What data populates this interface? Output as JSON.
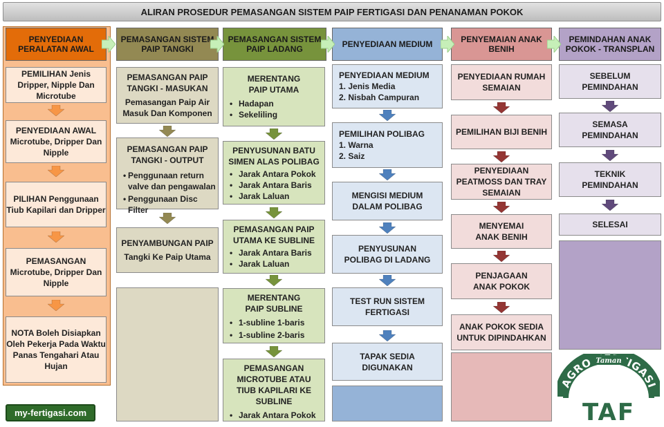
{
  "title": "ALIRAN PROSEDUR PEMASANGAN SISTEM PAIP FERTIGASI DAN PENANAMAN POKOK",
  "columns": [
    {
      "header": "PENYEDIAAN PERALATAN AWAL",
      "boxes": [
        {
          "head": "PEMILIHAN Jenis Dripper, Nipple Dan Microtube"
        },
        {
          "head": "PENYEDIAAN AWAL Microtube, Dripper Dan Nipple"
        },
        {
          "head": "PILIHAN Penggunaan Tiub Kapilari dan Dripper"
        },
        {
          "head": "PEMASANGAN Microtube, Dripper Dan Nipple"
        },
        {
          "head": "NOTA Boleh Disiapkan Oleh Pekerja Pada Waktu Panas Tengahari Atau Hujan"
        }
      ]
    },
    {
      "header": "PEMASANGAN SISTEM PAIP TANGKI",
      "boxes": [
        {
          "head": "PEMASANGAN PAIP TANGKI - MASUKAN",
          "sub": "Pemasangan Paip Air Masuk Dan Komponen"
        },
        {
          "head": "PEMASANGAN PAIP TANGKI - OUTPUT",
          "bullets": [
            "Penggunaan return valve dan pengawalan",
            "Penggunaan Disc Filter"
          ]
        },
        {
          "head": "PENYAMBUNGAN PAIP",
          "sub": "Tangki Ke Paip Utama"
        }
      ]
    },
    {
      "header": "PEMASANGAN SISTEM PAIP LADANG",
      "boxes": [
        {
          "head": "MERENTANG PAIP UTAMA",
          "bullets": [
            "Hadapan",
            "Sekeliling"
          ]
        },
        {
          "head": "PENYUSUNAN BATU SIMEN ALAS POLIBAG",
          "bullets": [
            "Jarak Antara Pokok",
            "Jarak Antara Baris",
            "Jarak Laluan"
          ]
        },
        {
          "head": "PEMASANGAN PAIP UTAMA KE SUBLINE",
          "bullets": [
            "Jarak Antara Baris",
            "Jarak Laluan"
          ]
        },
        {
          "head": "MERENTANG PAIP SUBLINE",
          "bullets": [
            "1-subline 1-baris",
            "1-subline 2-baris"
          ]
        },
        {
          "head": "PEMASANGAN MICROTUBE ATAU TIUB KAPILARI KE SUBLINE",
          "bullets": [
            "Jarak Antara Pokok"
          ]
        }
      ]
    },
    {
      "header": "PENYEDIAAN MEDIUM",
      "boxes": [
        {
          "head": "PENYEDIAAN MEDIUM",
          "list": [
            "1. Jenis Media",
            "2. Nisbah Campuran"
          ]
        },
        {
          "head": "PEMILIHAN POLIBAG",
          "list": [
            "1. Warna",
            "2. Saiz"
          ]
        },
        {
          "head": "MENGISI MEDIUM DALAM POLIBAG"
        },
        {
          "head": "PENYUSUNAN POLIBAG DI LADANG"
        },
        {
          "head": "TEST RUN SISTEM FERTIGASI"
        },
        {
          "head": "TAPAK SEDIA DIGUNAKAN"
        }
      ]
    },
    {
      "header": "PENYEMAIAN ANAK BENIH",
      "boxes": [
        {
          "head": "PENYEDIAAN RUMAH SEMAIAN"
        },
        {
          "head": "PEMILIHAN BIJI BENIH"
        },
        {
          "head": "PENYEDIAAN PEATMOSS DAN TRAY SEMAIAN"
        },
        {
          "head": "MENYEMAI ANAK BENIH"
        },
        {
          "head": "PENJAGAAN ANAK POKOK"
        },
        {
          "head": "ANAK POKOK SEDIA UNTUK DIPINDAHKAN"
        }
      ]
    },
    {
      "header": "PEMINDAHAN ANAK POKOK - TRANSPLAN",
      "boxes": [
        {
          "head": "SEBELUM PEMINDAHAN"
        },
        {
          "head": "SEMASA PEMINDAHAN"
        },
        {
          "head": "TEKNIK PEMINDAHAN"
        },
        {
          "head": "SELESAI"
        }
      ]
    }
  ],
  "brand": "my-fertigasi.com",
  "logo": {
    "small": "Taman",
    "arc": "AGRO-FERTIGASI",
    "initials": "TAF"
  },
  "colors": {
    "orange_header": "#e36c09",
    "orange_bg": "#f9be8f",
    "orange_box": "#fde9d9",
    "olive_header": "#938953",
    "olive_box": "#ddd9c3",
    "green_header": "#77933c",
    "green_box": "#d7e4bd",
    "blue_header": "#95b3d7",
    "blue_box": "#dce6f2",
    "blue_arrow": "#4f81bd",
    "red_header": "#d99694",
    "red_box": "#f2dcdb",
    "red_arrow": "#943634",
    "purple_header": "#b3a2c7",
    "purple_box": "#e6e0ec",
    "purple_arrow": "#604a7b",
    "flow_arrow": "#c6efb8",
    "logo_green": "#2e6b47"
  }
}
